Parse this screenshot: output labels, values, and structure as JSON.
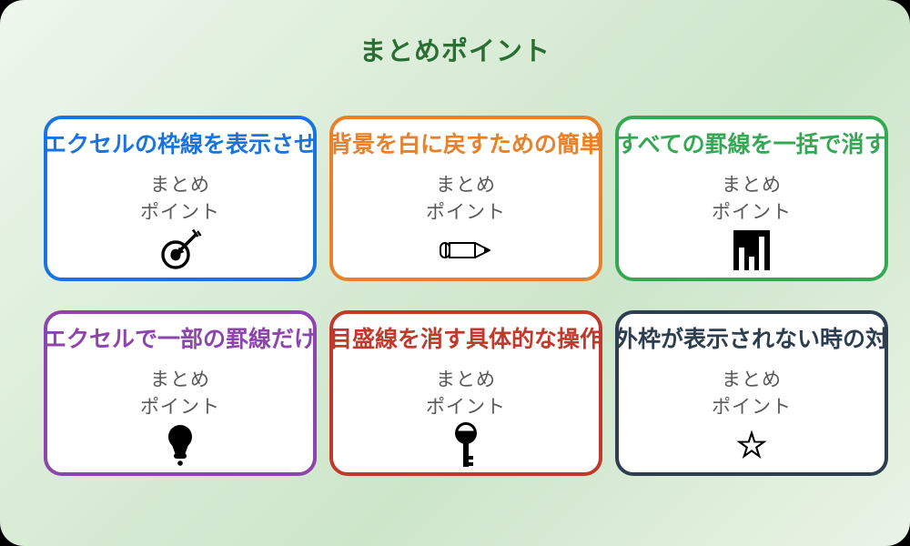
{
  "page": {
    "title": "まとめポイント"
  },
  "colors": {
    "heading_green": "#2b6e35",
    "muted_gray": "#595959",
    "card_background": "#ffffff",
    "outer_background": "#000000",
    "canvas_gradient_start": "#eef7ec",
    "canvas_gradient_end": "#cde5ca"
  },
  "cards": [
    {
      "title": "エクセルの枠線を表示させ",
      "color": "#1a74dd",
      "subtitle_line1": "まとめ",
      "subtitle_line2": "ポイント",
      "icon": "target-icon"
    },
    {
      "title": "背景を白に戻すための簡単",
      "color": "#e8822a",
      "subtitle_line1": "まとめ",
      "subtitle_line2": "ポイント",
      "icon": "pencil-icon"
    },
    {
      "title": "すべての罫線を一括で消す",
      "color": "#34a853",
      "subtitle_line1": "まとめ",
      "subtitle_line2": "ポイント",
      "icon": "bar-chart-icon"
    },
    {
      "title": "エクセルで一部の罫線だけ",
      "color": "#8e44ad",
      "subtitle_line1": "まとめ",
      "subtitle_line2": "ポイント",
      "icon": "lightbulb-icon"
    },
    {
      "title": "目盛線を消す具体的な操作",
      "color": "#c0392b",
      "subtitle_line1": "まとめ",
      "subtitle_line2": "ポイント",
      "icon": "key-icon"
    },
    {
      "title": "外枠が表示されない時の対",
      "color": "#2c3e50",
      "subtitle_line1": "まとめ",
      "subtitle_line2": "ポイント",
      "icon": "star-icon"
    }
  ]
}
